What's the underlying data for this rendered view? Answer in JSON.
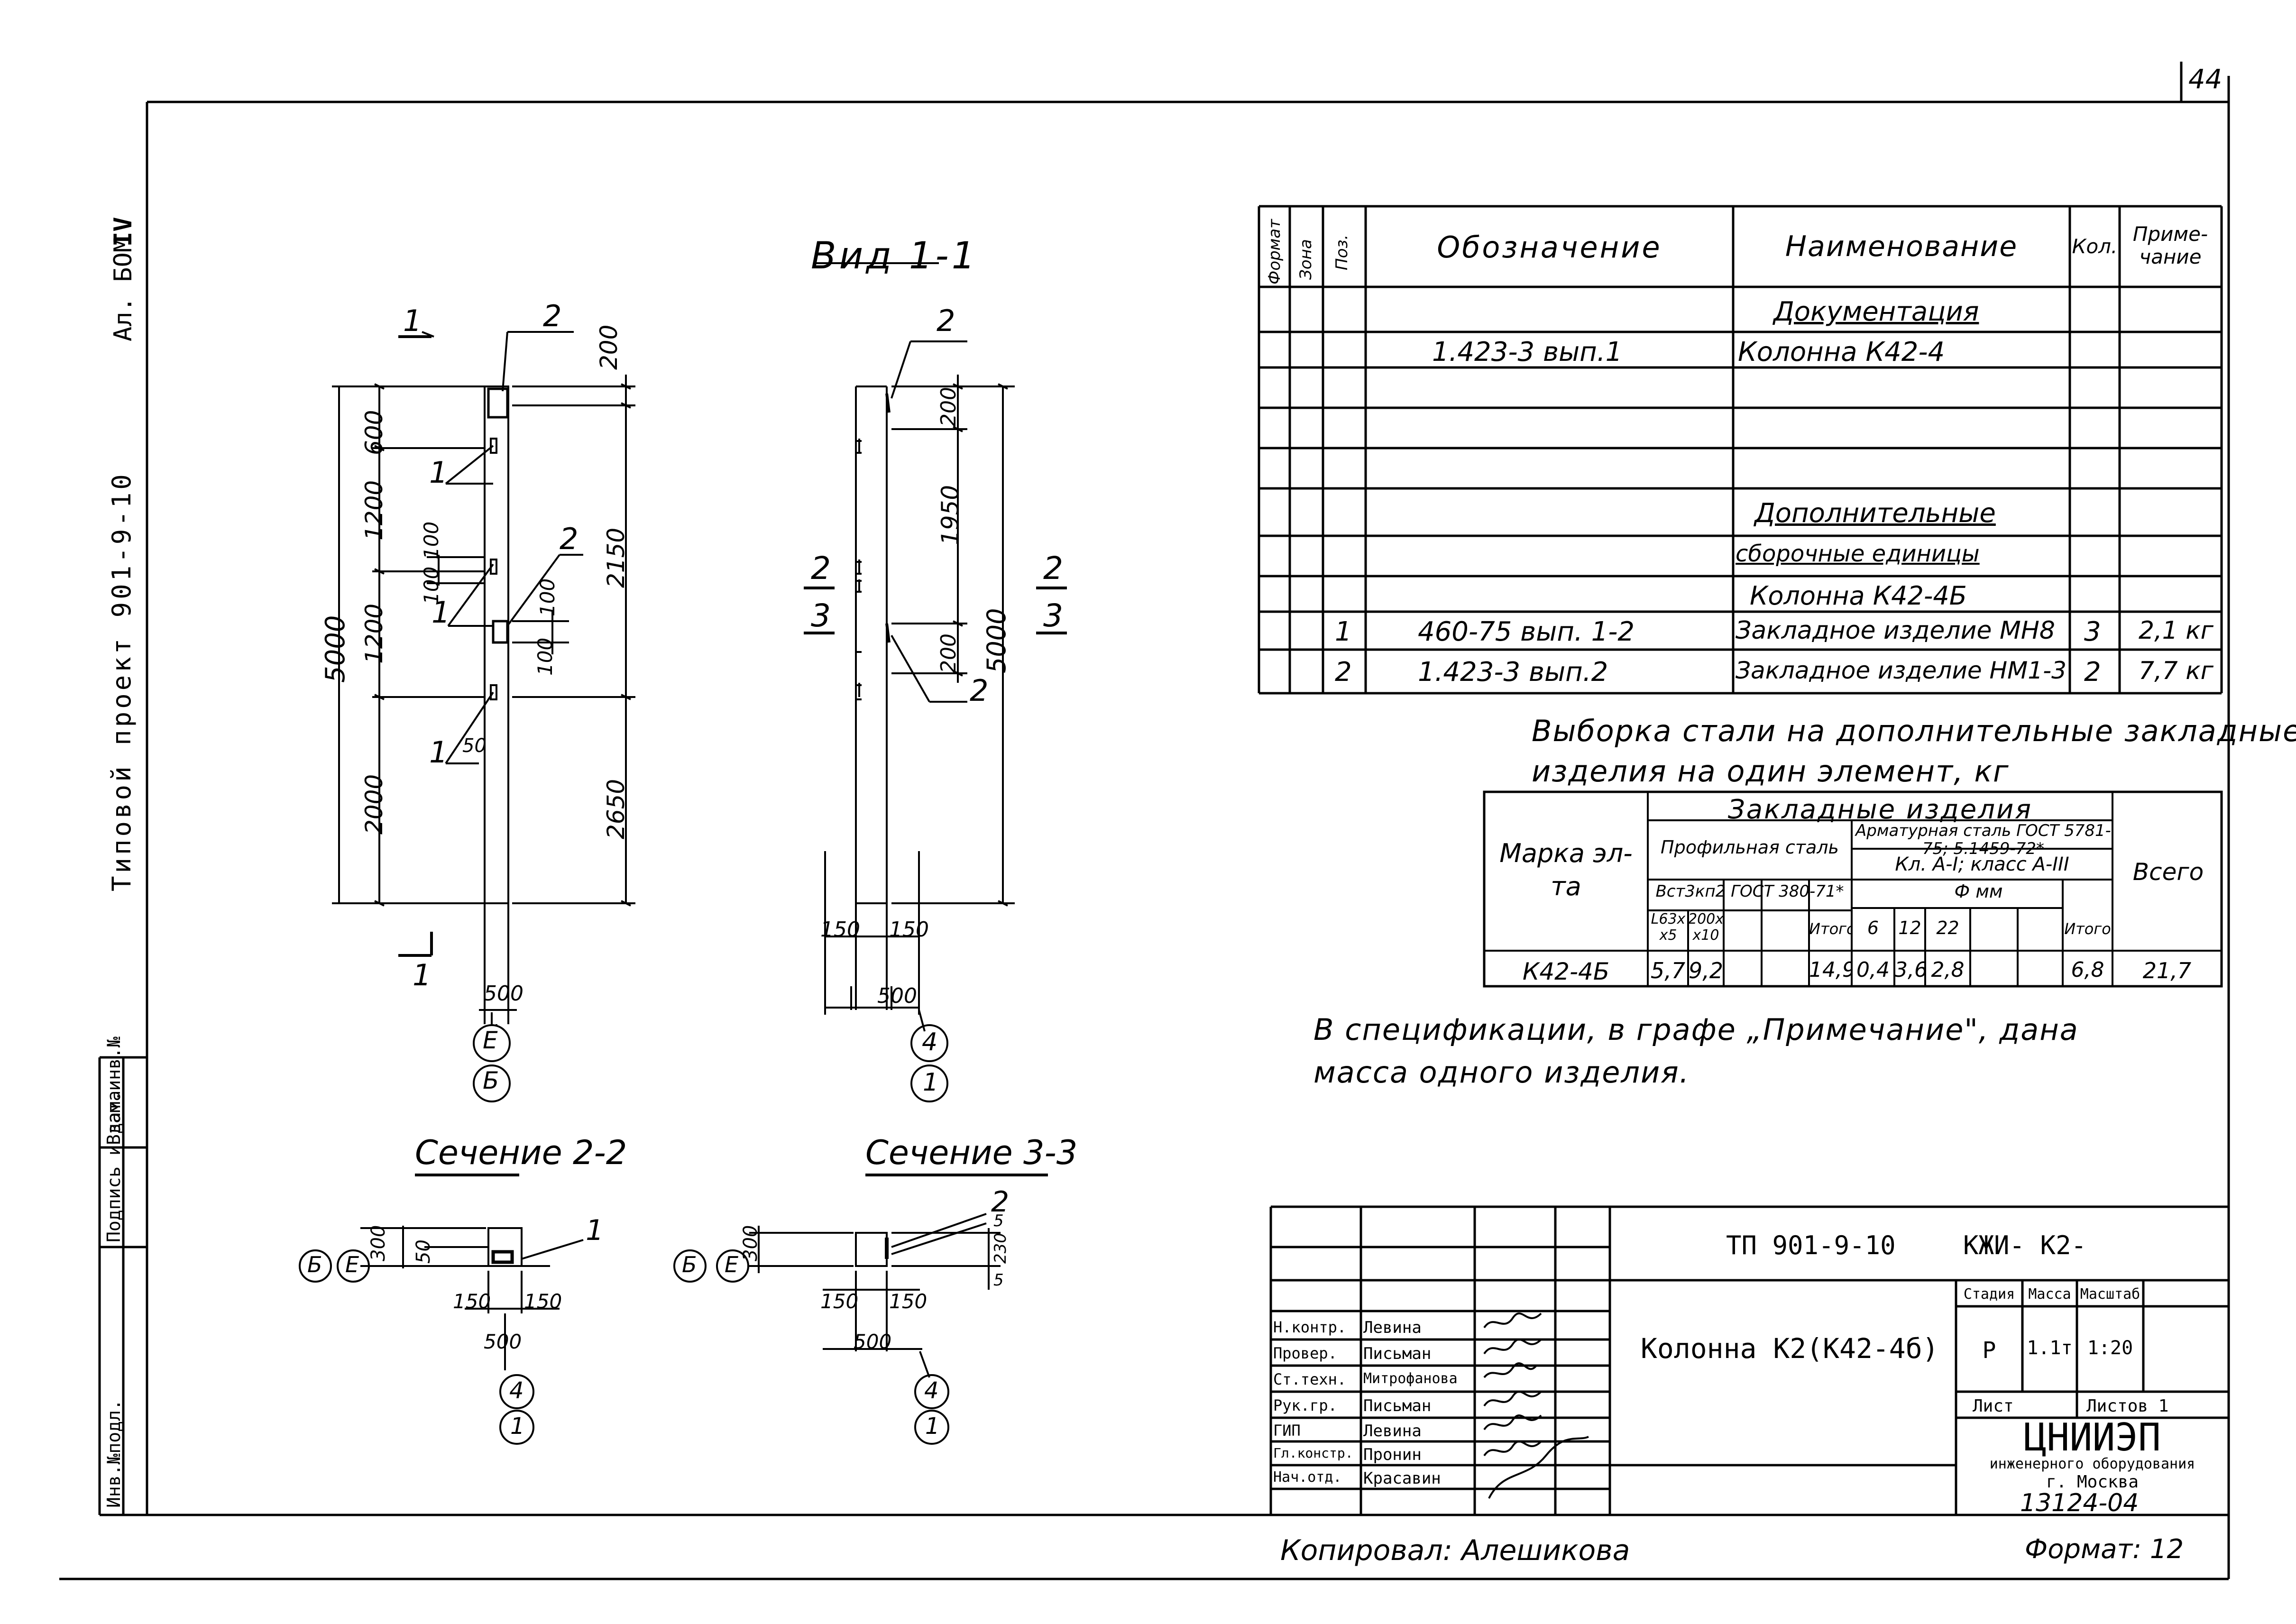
{
  "sheet_number": "44",
  "left_margin": {
    "project": "Типовой проект 901-9-10",
    "album": "Ал. БОМ",
    "album_roman": "IV",
    "stamp_columns": [
      "Инв.№подл.",
      "Подпись и дата",
      "Взам.инв.№"
    ]
  },
  "views": {
    "main": {
      "section_marks": [
        "1",
        "1"
      ],
      "callouts": [
        "2",
        "1",
        "1",
        "2",
        "1"
      ],
      "dims_left": [
        "600",
        "1200",
        "1200",
        "2000"
      ],
      "dims_small": [
        "100",
        "100",
        "100",
        "100",
        "50"
      ],
      "dim_total": "5000",
      "dims_right": [
        "200",
        "2150",
        "2650"
      ],
      "dim_width": "500",
      "axes": [
        "Е",
        "Б"
      ]
    },
    "side": {
      "title": "Вид  1-1",
      "callouts": [
        "2",
        "2"
      ],
      "section_marks": [
        "2",
        "3",
        "2",
        "3"
      ],
      "dims_right": [
        "200",
        "1950",
        "200",
        "5000"
      ],
      "dims_bottom": [
        "150",
        "150",
        "500"
      ],
      "axes": [
        "4",
        "1"
      ]
    },
    "section_2_2": {
      "title": "Сечение 2-2",
      "callout": "1",
      "dims": [
        "300",
        "50",
        "150",
        "150",
        "500"
      ],
      "axes_left": [
        "Б",
        "Е"
      ],
      "axes_bottom": [
        "4",
        "1"
      ]
    },
    "section_3_3": {
      "title": "Сечение 3-3",
      "callout": "2",
      "dims": [
        "300",
        "5",
        "230",
        "5",
        "150",
        "150",
        "500"
      ],
      "axes_left": [
        "Б",
        "Е"
      ],
      "axes_bottom": [
        "4",
        "1"
      ]
    }
  },
  "spec_table": {
    "headers": [
      "Формат",
      "Зона",
      "Поз.",
      "Обозначение",
      "Наименование",
      "Кол.",
      "Приме-чание"
    ],
    "rows": [
      [
        "",
        "",
        "",
        "",
        "Документация",
        "",
        ""
      ],
      [
        "",
        "",
        "",
        "1.423-3  вып.1",
        "Колонна К42-4",
        "",
        ""
      ],
      [
        "",
        "",
        "",
        "",
        "",
        "",
        ""
      ],
      [
        "",
        "",
        "",
        "",
        "",
        "",
        ""
      ],
      [
        "",
        "",
        "",
        "",
        "",
        "",
        ""
      ],
      [
        "",
        "",
        "",
        "",
        "Дополнительные",
        "",
        ""
      ],
      [
        "",
        "",
        "",
        "",
        "сборочные единицы",
        "",
        ""
      ],
      [
        "",
        "",
        "",
        "",
        "Колонна   К42-4Б",
        "",
        ""
      ],
      [
        "",
        "",
        "1",
        "460-75  вып. 1-2",
        "Закладное изделие МН8",
        "3",
        "2,1 кг"
      ],
      [
        "",
        "",
        "2",
        "1.423-3  вып.2",
        "Закладное изделие НМ1-3",
        "2",
        "7,7 кг"
      ]
    ]
  },
  "steel": {
    "caption_line1": "Выборка стали на дополнительные закладные",
    "caption_line2": "изделия  на  один  элемент, кг",
    "h_mark": "Марка эл-та",
    "h_embedded": "Закладные изделия",
    "h_profile": "Профильная сталь",
    "h_profile_std": "Вст3кп2 ГОСТ 380-71*",
    "h_rebar": "Арматурная сталь ГОСТ 5781-75; 5.1459-72*",
    "h_rebar_class": "Кл. А-I; класс А-III",
    "h_diam": "Ф мм",
    "h_total": "Всего",
    "sub_headers": [
      "L63x x5",
      "200x x10",
      "",
      "Итого",
      "6",
      "12",
      "22",
      "",
      "Итого"
    ],
    "row": {
      "mark": "К42-4Б",
      "values": [
        "5,7",
        "9,2",
        "",
        "14,9",
        "0,4",
        "3,6",
        "2,8",
        "",
        "6,8"
      ],
      "total": "21,7"
    }
  },
  "note_line1": "В спецификации, в графе „Примечание\", дана",
  "note_line2": "масса одного изделия.",
  "title_block": {
    "project_code": "ТП 901-9-10",
    "doc_code": "КЖИ- К2-",
    "title": "Колонна К2(К42-4б)",
    "h_stage": "Стадия",
    "h_mass": "Масса",
    "h_scale": "Масштаб",
    "stage": "Р",
    "mass": "1.1т",
    "scale": "1:20",
    "sheet_label": "Лист",
    "sheets_label": "Листов 1",
    "org_name": "ЦНИИЭП",
    "org_full": "инженерного оборудования",
    "org_city": "г. Москва",
    "roles": [
      {
        "role": "Н.контр.",
        "name": "Левина"
      },
      {
        "role": "Провер.",
        "name": "Письман"
      },
      {
        "role": "Ст.техн.",
        "name": "Митрофанова"
      },
      {
        "role": "Рук.гр.",
        "name": "Письман"
      },
      {
        "role": "ГИП",
        "name": "Левина"
      },
      {
        "role": "Гл.констр.",
        "name": "Пронин"
      },
      {
        "role": "Нач.отд.",
        "name": "Красавин"
      }
    ],
    "inventory_number": "13124-04"
  },
  "footer": {
    "copied": "Копировал: Алешикова",
    "format": "Формат: 12"
  }
}
